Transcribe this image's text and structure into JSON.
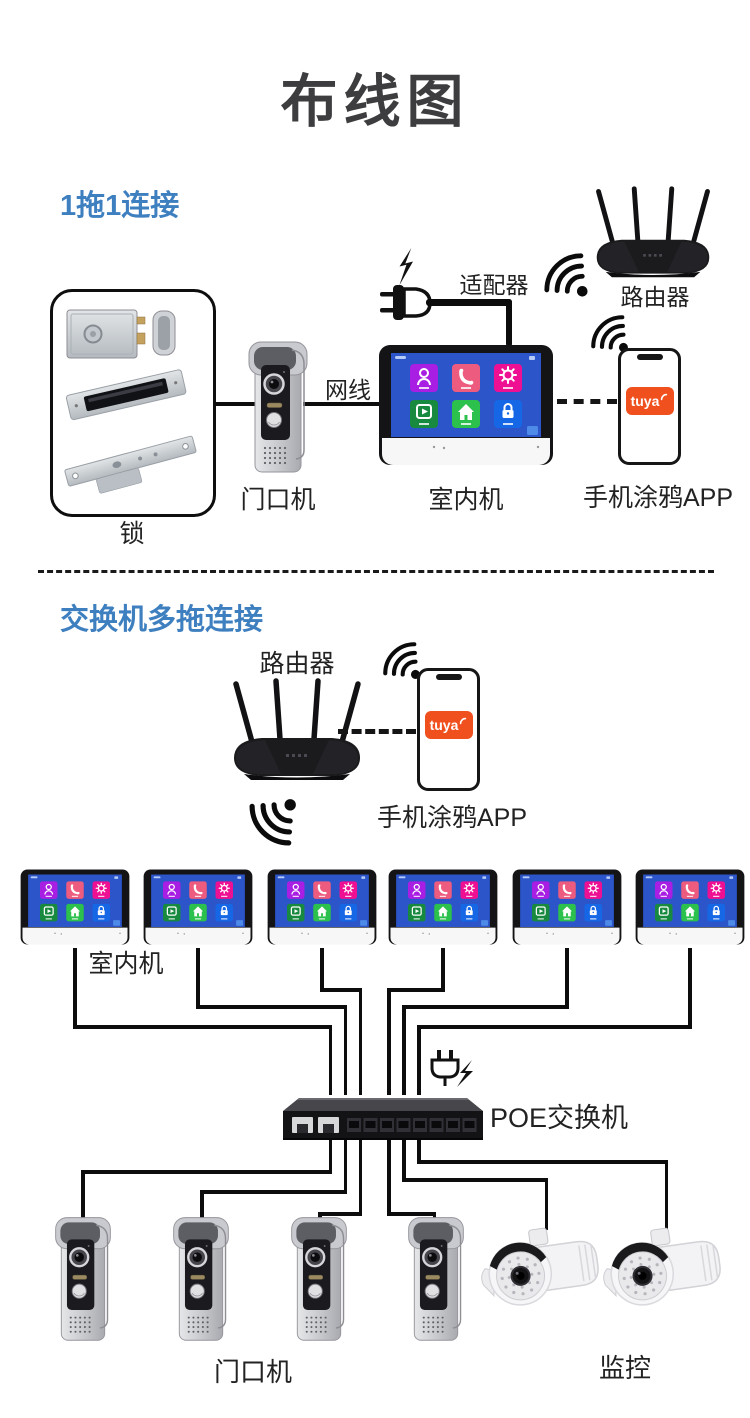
{
  "page": {
    "title": "布线图"
  },
  "sections": {
    "one": {
      "heading": "1拖1连接",
      "lock_label": "锁",
      "door_station_label": "门口机",
      "network_cable_label": "网线",
      "indoor_monitor_label": "室内机",
      "adapter_label": "适配器",
      "router_label": "路由器",
      "phone_label": "手机涂鸦APP",
      "tuya_logo": "tuya"
    },
    "two": {
      "heading": "交换机多拖连接",
      "router_label": "路由器",
      "phone_label": "手机涂鸦APP",
      "tuya_logo": "tuya",
      "indoor_monitor_label": "室内机",
      "poe_switch_label": "POE交换机",
      "door_station_label": "门口机",
      "camera_label": "监控"
    }
  },
  "colors": {
    "accent_blue": "#3e7fc0",
    "tuya_orange": "#f0501e",
    "screen_blue": "#2b55c8",
    "cable_black": "#0c0c0c"
  }
}
